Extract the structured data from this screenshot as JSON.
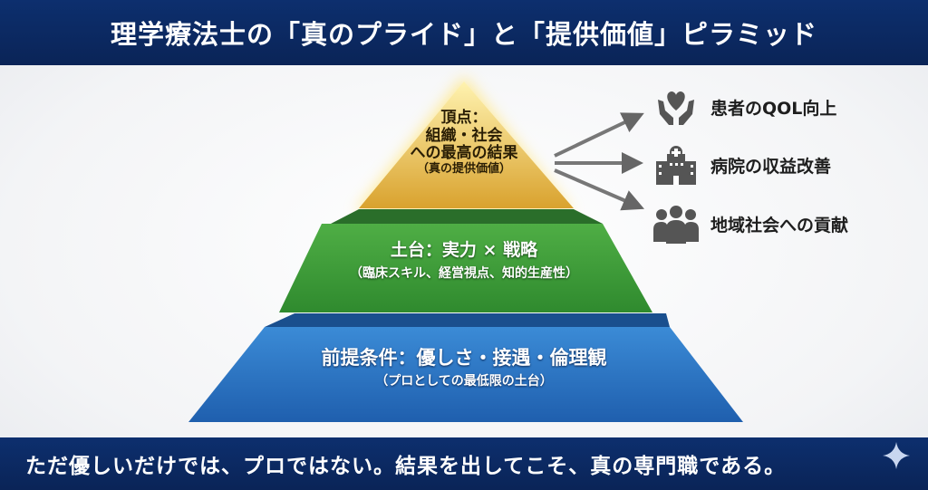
{
  "header": {
    "title": "理学療法士の「真のプライド」と「提供価値」ピラミッド"
  },
  "pyramid": {
    "top": {
      "line1": "頂点：",
      "line2": "組織・社会",
      "line3": "への最高の結果",
      "sub": "（真の提供価値）",
      "color": "#e6b94a"
    },
    "middle": {
      "title": "土台：実力 × 戦略",
      "sub": "（臨床スキル、経営視点、知的生産性）",
      "color": "#3f9a3a"
    },
    "bottom": {
      "title": "前提条件：優しさ・接遇・倫理観",
      "sub": "（プロとしての最低限の土台）",
      "color": "#2f78c4"
    }
  },
  "outcomes": [
    {
      "icon": "heart-hands-icon",
      "label": "患者のQOL向上"
    },
    {
      "icon": "hospital-icon",
      "label": "病院の収益改善"
    },
    {
      "icon": "people-icon",
      "label": "地域社会への貢献"
    }
  ],
  "footer": {
    "message": "ただ優しいだけでは、プロではない。結果を出してこそ、真の専門職である。"
  }
}
